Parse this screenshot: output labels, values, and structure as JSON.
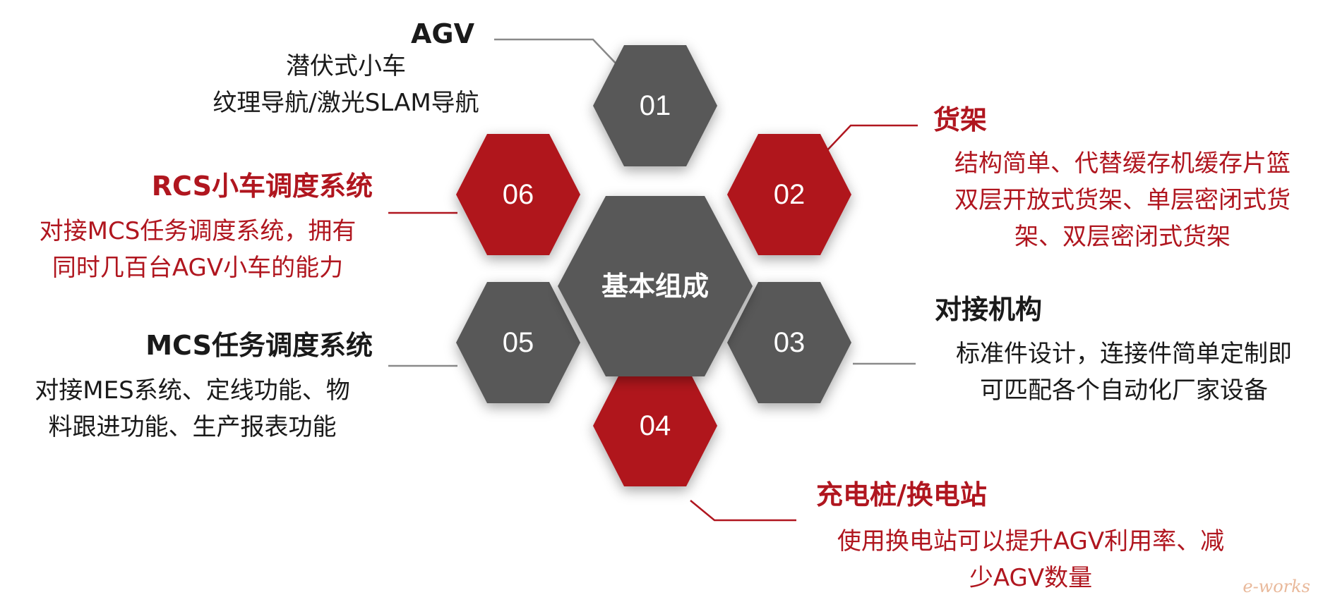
{
  "center": {
    "label": "基本组成"
  },
  "colors": {
    "red": "#b0161f",
    "gray": "#585858",
    "connector_gray": "#8a8a8a"
  },
  "nodes": [
    {
      "number": "01",
      "color": "gray",
      "title": "AGV",
      "title_color": "dark",
      "lines": [
        "潜伏式小车",
        "纹理导航/激光SLAM导航"
      ],
      "desc_color": "dark"
    },
    {
      "number": "02",
      "color": "red",
      "title": "货架",
      "title_color": "red",
      "lines": [
        "结构简单、代替缓存机缓存片篮",
        "双层开放式货架、单层密闭式货",
        "架、双层密闭式货架"
      ],
      "desc_color": "red"
    },
    {
      "number": "03",
      "color": "gray",
      "title": "对接机构",
      "title_color": "dark",
      "lines": [
        "标准件设计，连接件简单定制即",
        "可匹配各个自动化厂家设备"
      ],
      "desc_color": "dark"
    },
    {
      "number": "04",
      "color": "red",
      "title": "充电桩/换电站",
      "title_color": "red",
      "lines": [
        "使用换电站可以提升AGV利用率、减",
        "少AGV数量"
      ],
      "desc_color": "red"
    },
    {
      "number": "05",
      "color": "gray",
      "title": "MCS任务调度系统",
      "title_color": "dark",
      "lines": [
        "对接MES系统、定线功能、物",
        "料跟进功能、生产报表功能"
      ],
      "desc_color": "dark"
    },
    {
      "number": "06",
      "color": "red",
      "title": "RCS小车调度系统",
      "title_color": "red",
      "lines": [
        "对接MCS任务调度系统，拥有",
        "同时几百台AGV小车的能力"
      ],
      "desc_color": "red"
    }
  ],
  "watermark": "e-works"
}
